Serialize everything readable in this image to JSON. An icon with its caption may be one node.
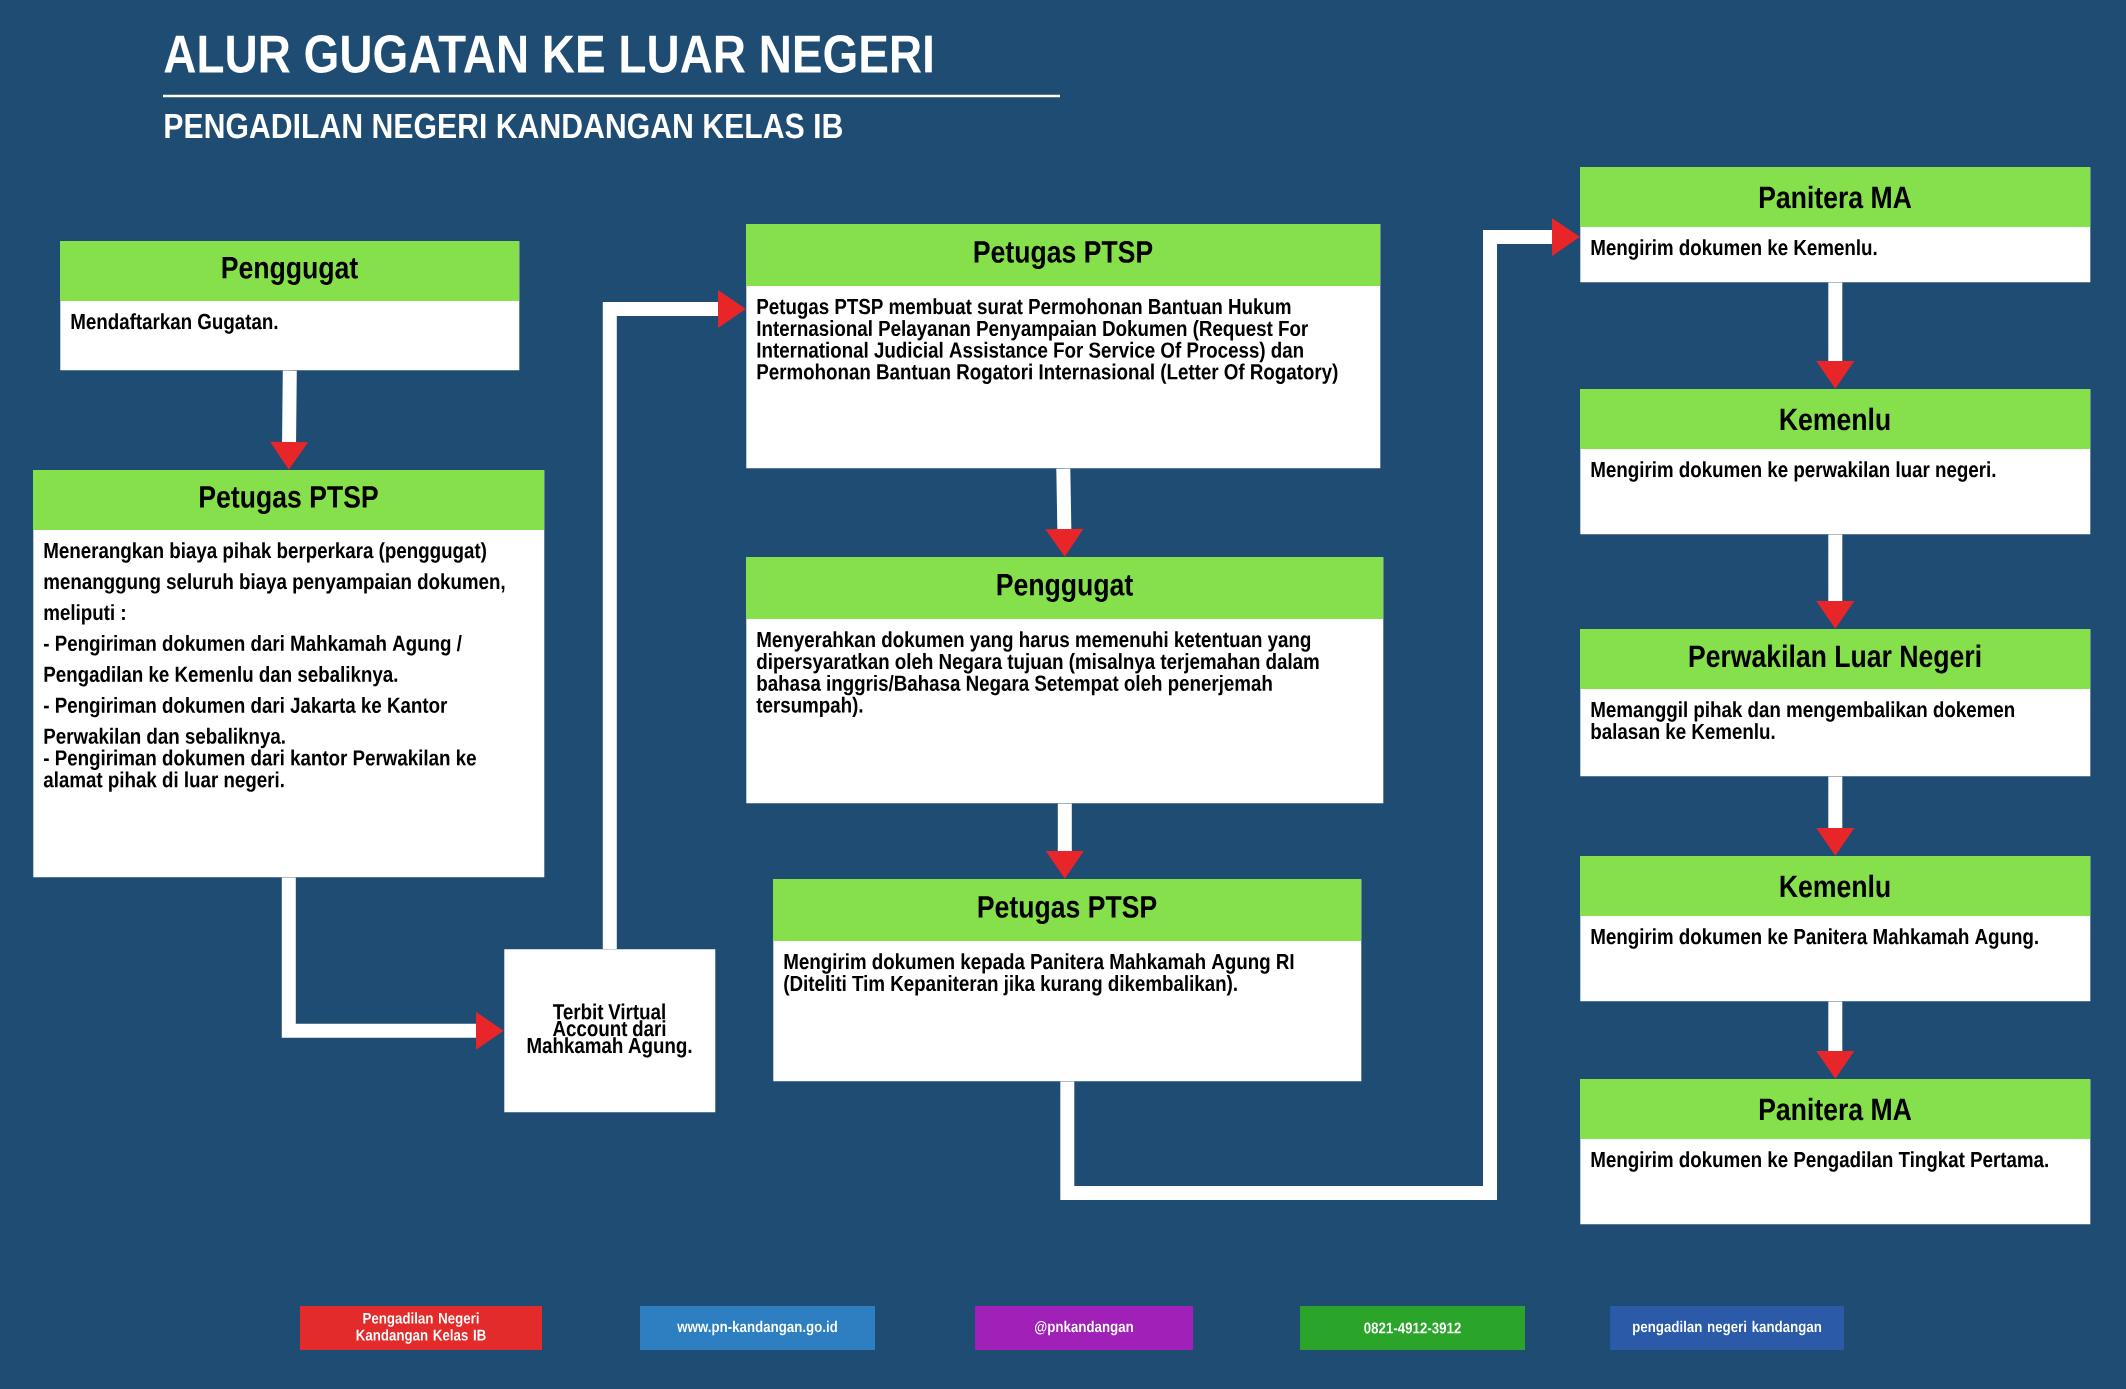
{
  "diagram": {
    "title": "ALUR GUGATAN KE LUAR NEGERI",
    "nodes": [
      {
        "text": [
          "Penggugat",
          "Mendaftarkan Gugatan."
        ]
      },
      {
        "text": [
          "Petugas PTSP",
          "Menerangkan biaya pihak berperkara (penggugat) menanggung seluruh biaya penyampaian dokumen, meliputi :",
          "- Pengiriman dokumen dari Mahkamah Agung / Pengadilan ke Kemenlu dan sebaliknya.",
          "- Pengiriman dokumen dari Jakarta ke Kantor Perwakilan dan sebaliknya.",
          "- Pengiriman dokumen dari kantor Perwakilan ke alamat pihak di luar negeri."
        ]
      },
      {
        "text": [
          "Terbit Virtual Account dari Mahkamah Agung."
        ]
      },
      {
        "text": [
          "Petugas PTSP",
          "Petugas PTSP membuat surat Permohonan Bantuan Hukum Internasional Pelayanan Penyampaian Dokumen (Request For International Judicial Assistance For Service Of Process) dan Permohonan Bantuan Rogatori Internasional (Letter Of Rogatory)"
        ]
      },
      {
        "text": [
          "Penggugat",
          "Menyerahkan dokumen yang harus memenuhi ketentuan yang dipersyaratkan oleh Negara tujuan (misalnya terjemahan dalam bahasa inggris/Bahasa Negara Setempat oleh penerjemah tersumpah)."
        ]
      },
      {
        "text": [
          "Petugas PTSP",
          "Mengirim dokumen kepada Panitera Mahkamah Agung RI (Diteliti Tim Kepaniteran jika kurang dikembalikan)."
        ]
      },
      {
        "text": [
          "Panitera MA",
          "Mengirim dokumen ke Kemenlu."
        ]
      },
      {
        "text": [
          "Kemenlu",
          "Mengirim dokumen ke perwakilan luar negeri."
        ]
      },
      {
        "text": [
          "Perwakilan Luar Negeri",
          "Memanggil pihak dan mengembalikan dokemen balasan ke Kemenlu."
        ]
      },
      {
        "text": [
          "Kemenlu",
          "Mengirim dokumen ke Panitera Mahkamah Agung."
        ]
      },
      {
        "text": [
          "Panitera MA",
          "Mengirim dokumen ke Pengadilan Tingkat Pertama."
        ]
      }
    ],
    "edges": [
      {
        "from": 0,
        "to": 1,
        "arrow": "to"
      },
      {
        "from": 1,
        "to": 2,
        "arrow": "to"
      },
      {
        "from": 2,
        "to": 3,
        "arrow": "to"
      },
      {
        "from": 3,
        "to": 4,
        "arrow": "to"
      },
      {
        "from": 4,
        "to": 5,
        "arrow": "to"
      },
      {
        "from": 5,
        "to": 6,
        "arrow": "to"
      },
      {
        "from": 6,
        "to": 7,
        "arrow": "to"
      },
      {
        "from": 7,
        "to": 8,
        "arrow": "to"
      },
      {
        "from": 8,
        "to": 9,
        "arrow": "to"
      },
      {
        "from": 9,
        "to": 10,
        "arrow": "to"
      }
    ],
    "labels": [
      "PENGADILAN NEGERI KANDANGAN KELAS IB",
      "Pengadilan Negeri Kandangan Kelas IB",
      "www.pn-kandangan.go.id",
      "@pnkandangan",
      "0821-4912-3912",
      "pengadilan negeri kandangan"
    ]
  }
}
